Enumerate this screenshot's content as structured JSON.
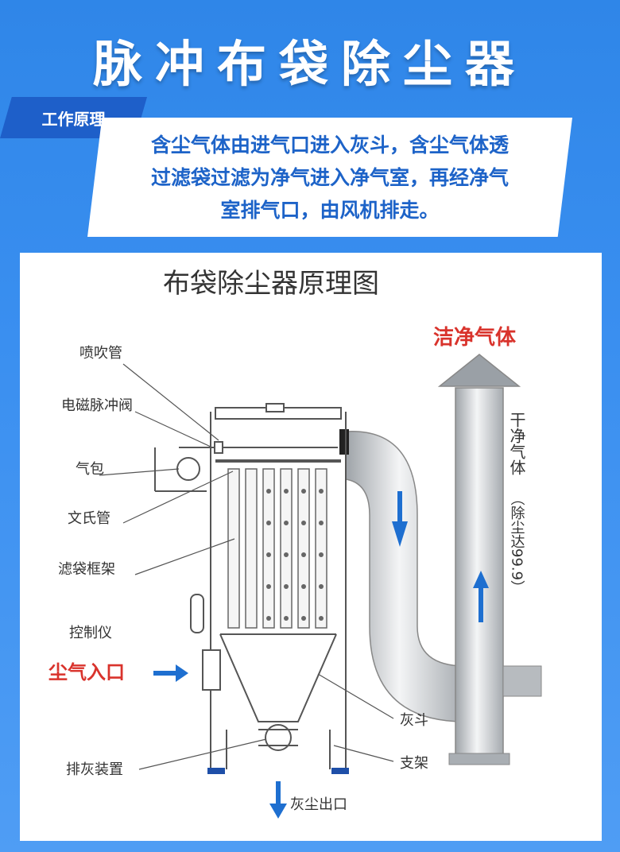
{
  "header": {
    "title": "脉冲布袋除尘器",
    "badge": "工作原理",
    "description_lines": [
      "含尘气体由进气口进入灰斗，含尘气体透",
      "过滤袋过滤为净气进入净气室，再经净气",
      "室排气口，由风机排走。"
    ]
  },
  "diagram": {
    "title": "布袋除尘器原理图",
    "labels": {
      "blow_pipe": "喷吹管",
      "solenoid_valve": "电磁脉冲阀",
      "air_bag": "气包",
      "venturi": "文氏管",
      "bag_frame": "滤袋框架",
      "controller": "控制仪",
      "dust_inlet": "尘气入口",
      "hopper": "灰斗",
      "support": "支架",
      "discharge_device": "排灰装置",
      "dust_outlet": "灰尘出口",
      "clean_gas": "洁净气体",
      "dry_clean_gas": "干净气体",
      "efficiency": "（除尘达99.9）"
    },
    "colors": {
      "accent_red": "#d9332c",
      "arrow_blue": "#1e6fd0",
      "line": "#555555"
    }
  }
}
